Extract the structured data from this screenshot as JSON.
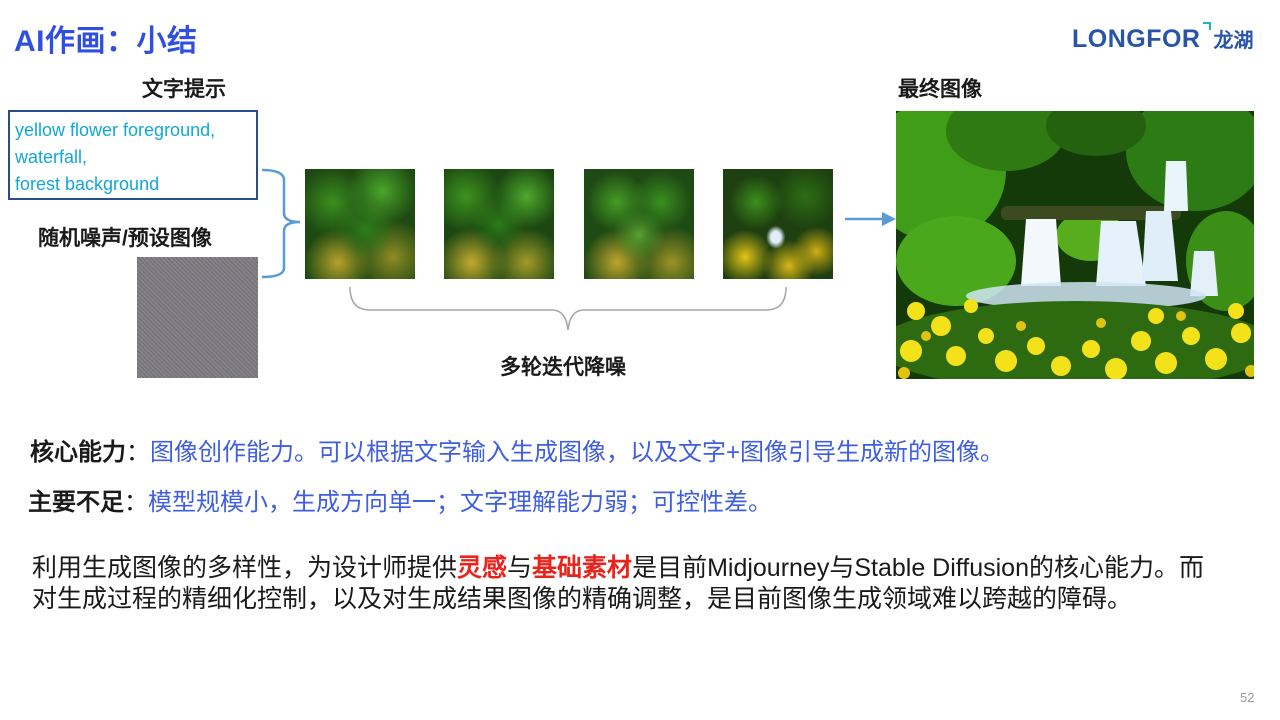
{
  "slide": {
    "title": "AI作画：小结",
    "page_number": "52"
  },
  "logo": {
    "text_en": "LONGFOR",
    "text_cn": "龙湖",
    "accent_color": "#1bb7b1",
    "brand_color": "#2855a8"
  },
  "diagram": {
    "text_prompt_label": "文字提示",
    "prompt_lines": [
      "yellow flower foreground,",
      "waterfall,",
      "forest background"
    ],
    "noise_label": "随机噪声/预设图像",
    "iteration_label": "多轮迭代降噪",
    "final_label": "最终图像"
  },
  "summary": {
    "core_label": "核心能力",
    "core_text": "图像创作能力。可以根据文字输入生成图像，以及文字+图像引导生成新的图像。",
    "weak_label": "主要不足",
    "weak_text": "模型规模小，生成方向单一；文字理解能力弱；可控性差。",
    "colon": "："
  },
  "paragraph": {
    "part1": "利用生成图像的多样性，为设计师提供",
    "hl1": "灵感",
    "part2": "与",
    "hl2": "基础素材",
    "part3": "是目前Midjourney与Stable Diffusion的核心能力。而对生成过程的精细化控制，以及对生成结果图像的精确调整，是目前图像生成领域难以跨越的障碍。"
  },
  "colors": {
    "title": "#2f4fe0",
    "value_text": "#3f5ee0",
    "prompt_text": "#12a7d9",
    "prompt_border": "#2b4d8f",
    "highlight": "#e8241d",
    "connector": "#5b9bd5"
  }
}
